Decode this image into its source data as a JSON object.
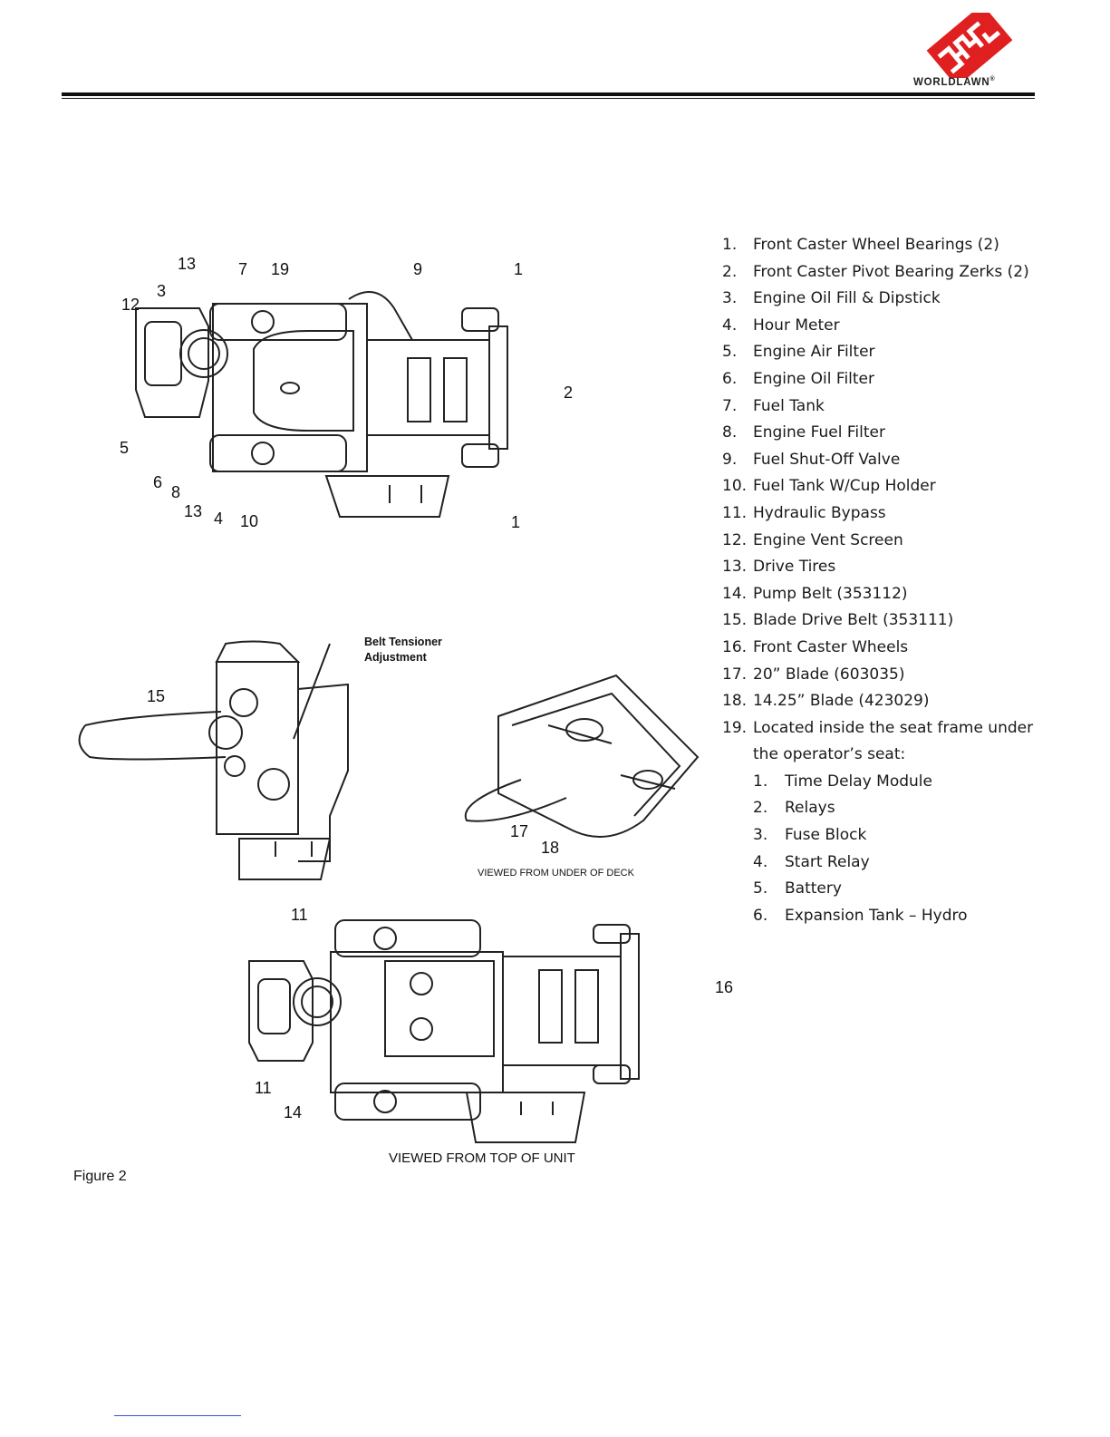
{
  "brand": {
    "name": "WORLDLAWN",
    "registered": "®",
    "color": "#e02020"
  },
  "legend": [
    {
      "num": "1.",
      "text": "Front Caster Wheel Bearings (2)"
    },
    {
      "num": "2.",
      "text": "Front Caster Pivot Bearing Zerks (2)"
    },
    {
      "num": "3.",
      "text": "Engine Oil Fill & Dipstick"
    },
    {
      "num": "4.",
      "text": "Hour Meter"
    },
    {
      "num": "5.",
      "text": "Engine Air Filter"
    },
    {
      "num": "6.",
      "text": "Engine Oil Filter"
    },
    {
      "num": "7.",
      "text": "Fuel Tank"
    },
    {
      "num": "8.",
      "text": "Engine Fuel Filter"
    },
    {
      "num": "9.",
      "text": "Fuel Shut-Off Valve"
    },
    {
      "num": "10.",
      "text": "Fuel Tank W/Cup Holder"
    },
    {
      "num": "11.",
      "text": "Hydraulic Bypass"
    },
    {
      "num": "12.",
      "text": "Engine Vent Screen"
    },
    {
      "num": "13.",
      "text": "Drive Tires"
    },
    {
      "num": "14.",
      "text": "Pump Belt (353112)"
    },
    {
      "num": "15.",
      "text": "Blade Drive Belt (353111)"
    },
    {
      "num": "16.",
      "text": "Front Caster Wheels"
    },
    {
      "num": "17.",
      "text": "20” Blade (603035)"
    },
    {
      "num": "18.",
      "text": "14.25” Blade (423029)"
    },
    {
      "num": "19.",
      "text": "Located inside the seat frame under"
    },
    {
      "num": "",
      "text": "the operator’s seat:"
    }
  ],
  "sublist": [
    {
      "num": "1.",
      "text": "Time Delay Module"
    },
    {
      "num": "2.",
      "text": "Relays"
    },
    {
      "num": "3.",
      "text": "Fuse Block"
    },
    {
      "num": "4.",
      "text": "Start Relay"
    },
    {
      "num": "5.",
      "text": "Battery"
    },
    {
      "num": "6.",
      "text": "Expansion Tank – Hydro"
    }
  ],
  "figure": {
    "top_callouts": [
      "13",
      "7",
      "19",
      "9",
      "1",
      "12",
      "3",
      "2",
      "5",
      "6",
      "8",
      "13",
      "4",
      "10",
      "1"
    ],
    "belt_tensioner_line1": "Belt Tensioner",
    "belt_tensioner_line2": "Adjustment",
    "belt_callout": "15",
    "deck_callouts": [
      "17",
      "18"
    ],
    "deck_caption": "VIEWED FROM UNDER OF DECK",
    "bottom_callouts": [
      "11",
      "16",
      "11",
      "14"
    ],
    "bottom_caption": "VIEWED FROM TOP OF UNIT",
    "figure_label": "Figure 2"
  }
}
